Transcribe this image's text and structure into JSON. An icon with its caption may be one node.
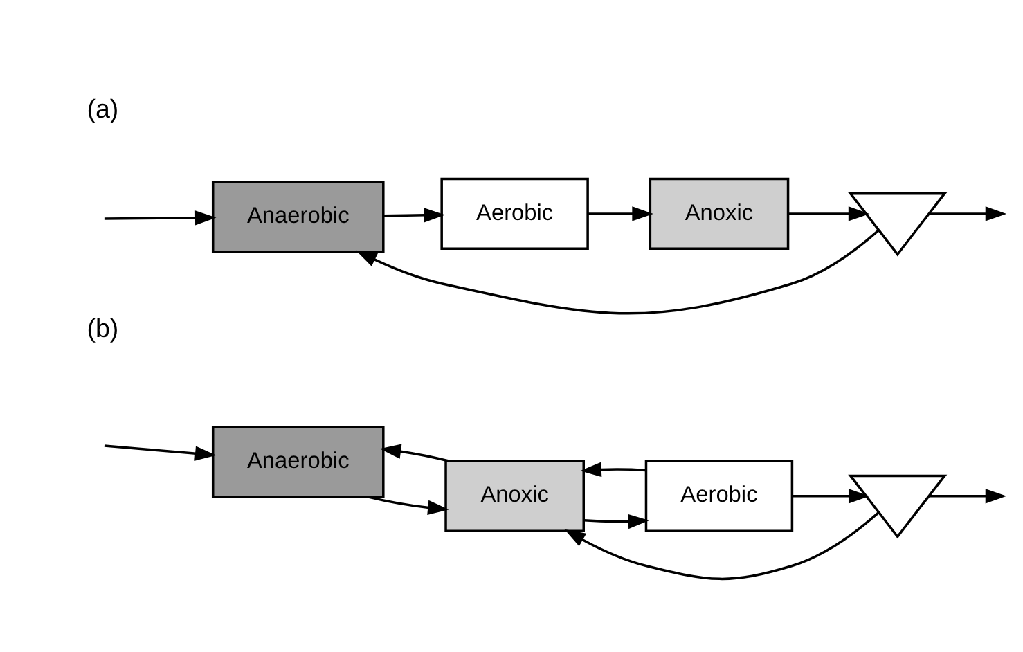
{
  "diagram": {
    "nodes": [
      {
        "text": [
          "Anaerobic"
        ]
      },
      {
        "text": [
          "Aerobic"
        ]
      },
      {
        "text": [
          "Anoxic"
        ]
      },
      {
        "text": [],
        "shape": "triangle"
      },
      {
        "text": [
          "Anaerobic"
        ]
      },
      {
        "text": [
          "Anoxic"
        ]
      },
      {
        "text": [
          "Aerobic"
        ]
      },
      {
        "text": [],
        "shape": "triangle"
      }
    ],
    "edges": [
      {
        "from": null,
        "to": 0,
        "arrow": "to"
      },
      {
        "from": 0,
        "to": 1,
        "arrow": "to"
      },
      {
        "from": 1,
        "to": 2,
        "arrow": "to"
      },
      {
        "from": 2,
        "to": 3,
        "arrow": "to"
      },
      {
        "from": 3,
        "to": null,
        "arrow": "to"
      },
      {
        "from": 3,
        "to": 0,
        "arrow": "to"
      },
      {
        "from": null,
        "to": 4,
        "arrow": "to"
      },
      {
        "from": 4,
        "to": 5,
        "arrow": "to"
      },
      {
        "from": 5,
        "to": 6,
        "arrow": "to"
      },
      {
        "from": 6,
        "to": 7,
        "arrow": "to"
      },
      {
        "from": 7,
        "to": null,
        "arrow": "to"
      },
      {
        "from": 5,
        "to": 4,
        "arrow": "to"
      },
      {
        "from": 6,
        "to": 5,
        "arrow": "to"
      },
      {
        "from": 7,
        "to": 5,
        "arrow": "to"
      }
    ],
    "labels": [
      "(a)",
      "(b)"
    ]
  }
}
